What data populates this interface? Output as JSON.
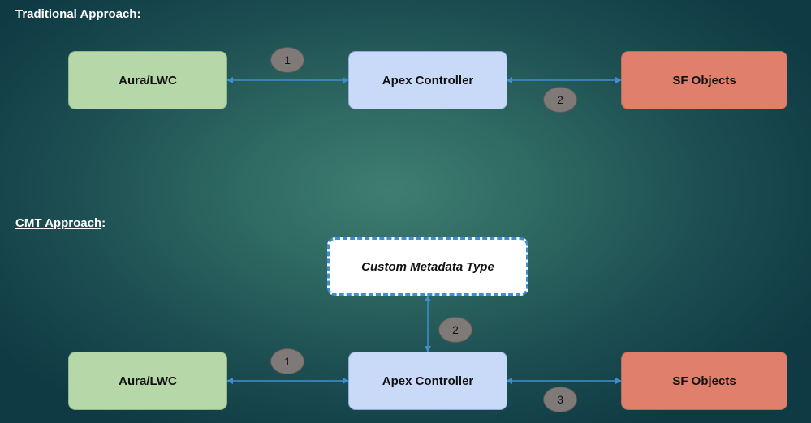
{
  "traditional": {
    "title": "Traditional Approach",
    "title_suffix": ":",
    "boxes": {
      "client": "Aura/LWC",
      "controller": "Apex Controller",
      "objects": "SF Objects"
    },
    "steps": [
      "1",
      "2"
    ]
  },
  "cmt": {
    "title": "CMT Approach",
    "title_suffix": ":",
    "boxes": {
      "metadata": "Custom Metadata Type",
      "client": "Aura/LWC",
      "controller": "Apex Controller",
      "objects": "SF Objects"
    },
    "steps": [
      "1",
      "2",
      "3"
    ]
  },
  "colors": {
    "client_fill": "#b6d7a8",
    "controller_fill": "#c9daf8",
    "objects_fill": "#e07f6b",
    "connector": "#3f8fd0",
    "step_badge": "#7f7a77"
  }
}
